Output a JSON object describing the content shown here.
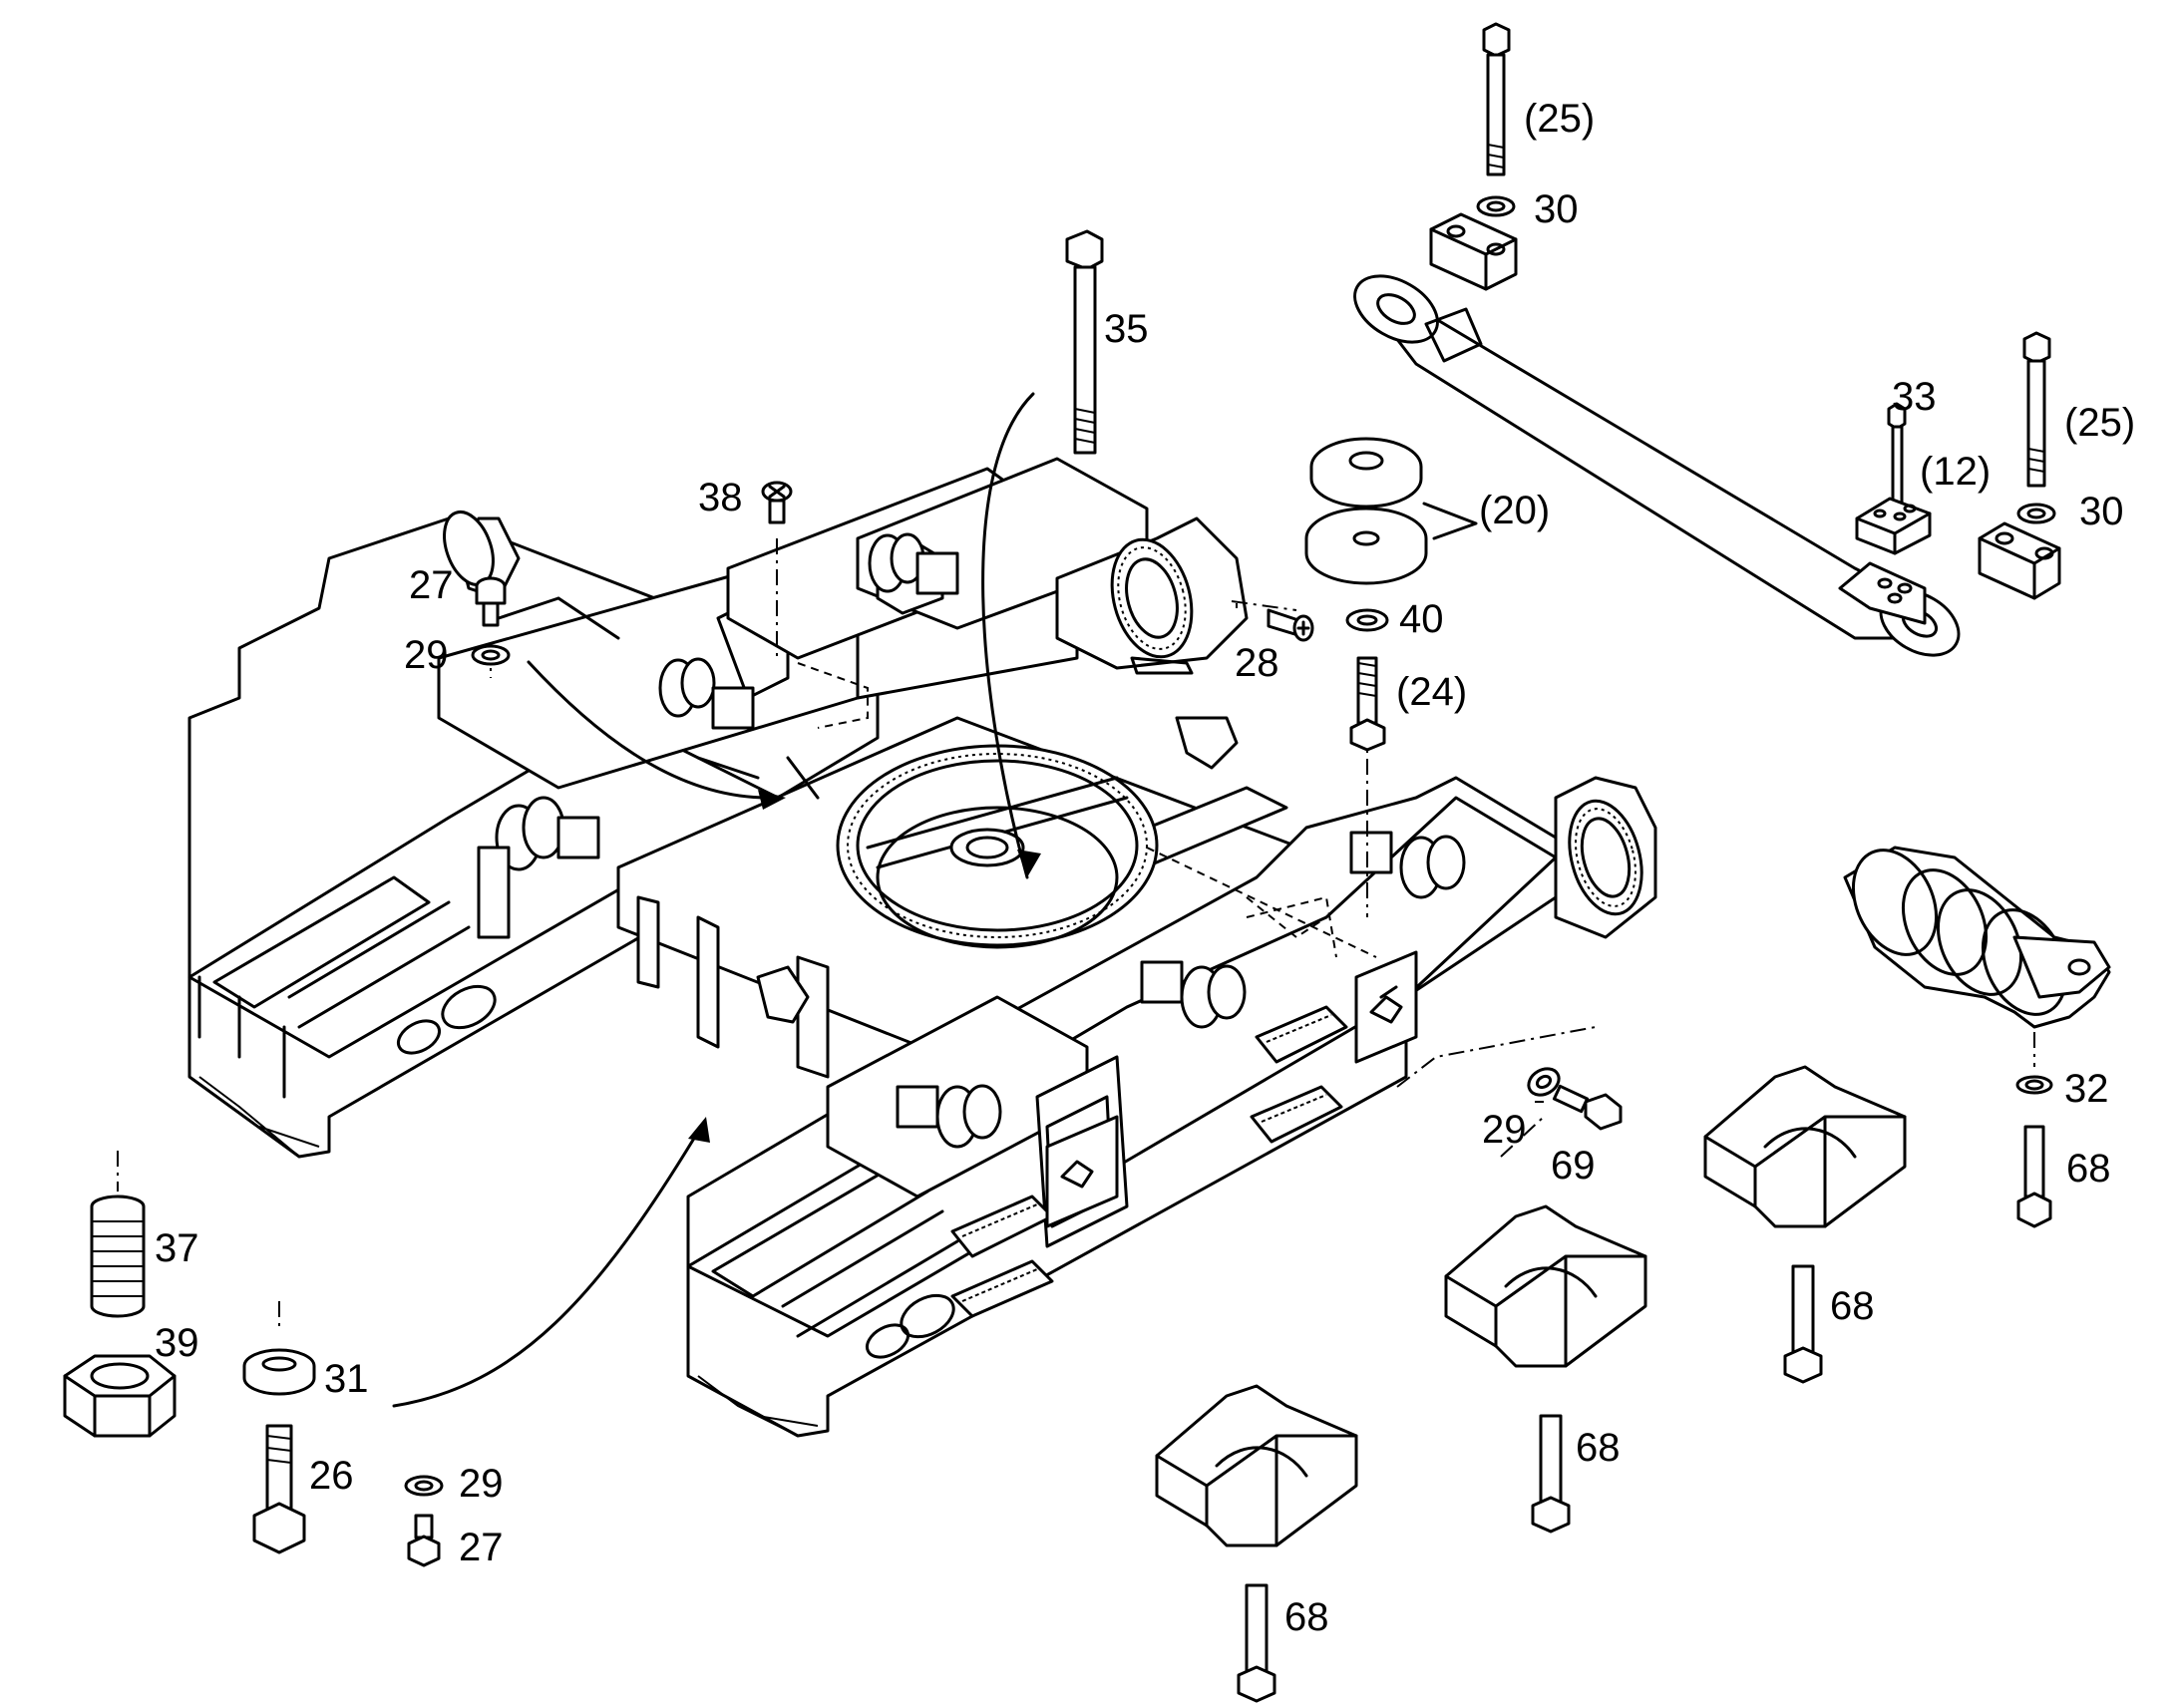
{
  "diagram": {
    "callouts": {
      "c25a": "(25)",
      "c30a": "30",
      "c35": "35",
      "c33": "33",
      "c25b": "(25)",
      "c12": "(12)",
      "c30b": "30",
      "c20": "(20)",
      "c38": "38",
      "c27a": "27",
      "c29a": "29",
      "c40": "40",
      "c28": "28",
      "c24": "(24)",
      "c32": "32",
      "c29b": "29",
      "c69": "69",
      "c68a": "68",
      "c37": "37",
      "c68b": "68",
      "c39": "39",
      "c31": "31",
      "c68c": "68",
      "c26": "26",
      "c29c": "29",
      "c27b": "27",
      "c68d": "68"
    }
  }
}
